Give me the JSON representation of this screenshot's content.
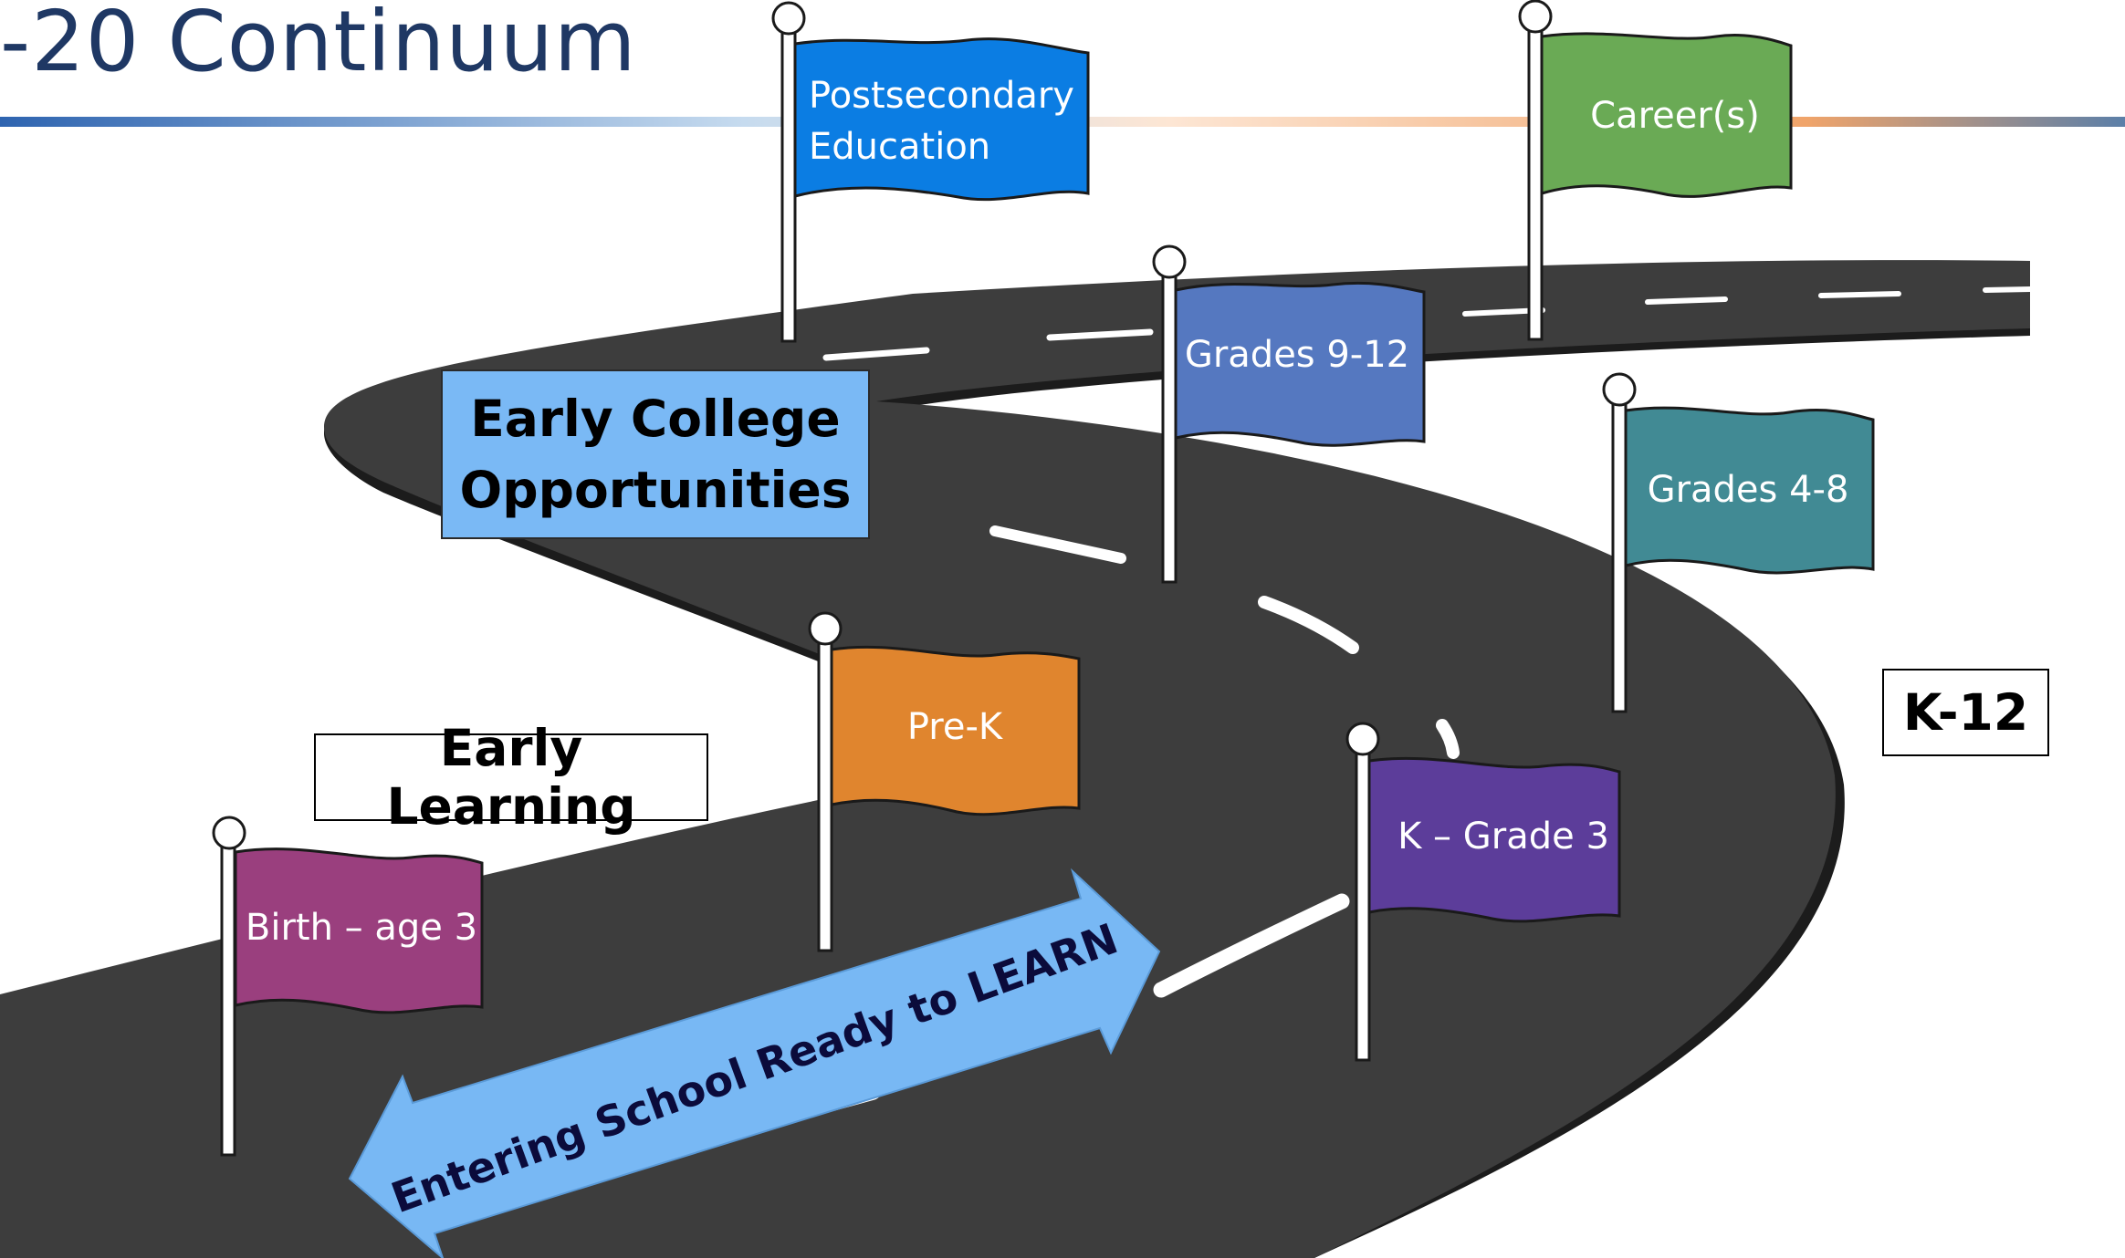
{
  "title": "-20 Continuum",
  "flags": {
    "postsecondary": {
      "line1": "Postsecondary",
      "line2": "Education",
      "color": "#0b7de3"
    },
    "careers": {
      "label": "Career(s)",
      "color": "#6aaa55"
    },
    "grades_9_12": {
      "label": "Grades 9-12",
      "color": "#5578c0"
    },
    "grades_4_8": {
      "label": "Grades 4-8",
      "color": "#418a94"
    },
    "pre_k": {
      "label": "Pre-K",
      "color": "#e0852e"
    },
    "k_grade_3": {
      "label": "K – Grade 3",
      "color": "#5c3d9a"
    },
    "birth_age_3": {
      "label": "Birth – age 3",
      "color": "#9a3f7e"
    }
  },
  "boxes": {
    "early_college": {
      "line1": "Early College",
      "line2": "Opportunities"
    },
    "early_learning": "Early Learning",
    "k12": "K-12"
  },
  "arrow": {
    "label": "Entering School Ready to LEARN",
    "color": "#78b8f4"
  },
  "colors": {
    "title_text": "#1f3864",
    "road": "#3d3d3d",
    "road_edge": "#1c1c1c",
    "road_marking": "#ffffff",
    "header_rule_left": "#4a7cc0",
    "header_rule_right": "#f0a060"
  }
}
